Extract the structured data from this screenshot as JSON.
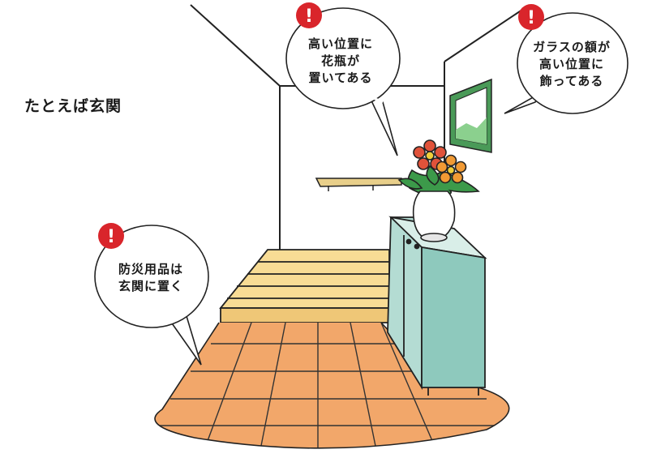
{
  "scene": {
    "caption": "たとえば玄関",
    "bubbles": [
      {
        "lines": [
          "高い位置に",
          "花瓶が",
          "置いてある"
        ]
      },
      {
        "lines": [
          "ガラスの額が",
          "高い位置に",
          "飾ってある"
        ]
      },
      {
        "lines": [
          "防災用品は",
          "玄関に置く"
        ]
      }
    ],
    "warning_mark": "!"
  },
  "colors": {
    "floor_tile": "#f2a76a",
    "step_wood": "#f8dc95",
    "cabinet": "#8ec9bd",
    "cabinet_side": "#b4dcd3",
    "warning_red": "#d9252b",
    "frame_green": "#4a9a58",
    "flower_red": "#e0523a",
    "flower_orange": "#f19a34",
    "leaf_green": "#3c9a4a"
  },
  "icons": [
    "warning-icon",
    "flower-vase-icon",
    "picture-frame-icon"
  ]
}
